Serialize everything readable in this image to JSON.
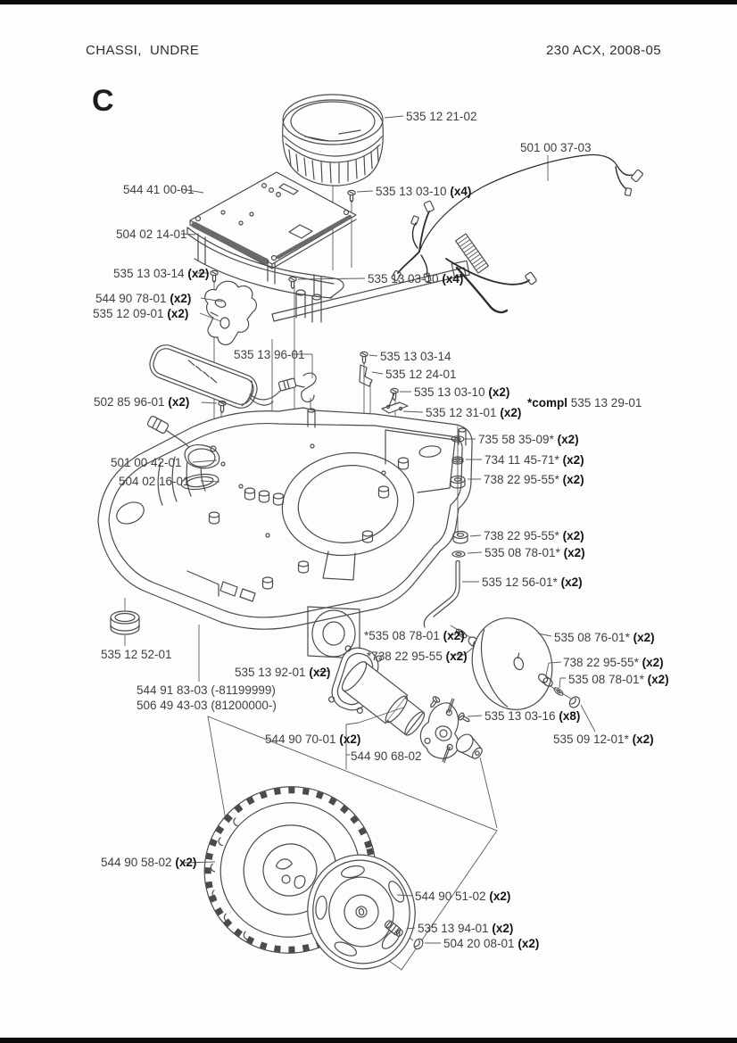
{
  "page": {
    "header_left": "CHASSI,  UNDRE",
    "header_right": "230 ACX, 2008-05",
    "section_letter": "C"
  },
  "labels": [
    {
      "pre": "",
      "num": "535 12 21-02",
      "qty": ""
    },
    {
      "pre": "",
      "num": "501 00 37-03",
      "qty": ""
    },
    {
      "pre": "",
      "num": "544 41 00-01",
      "qty": ""
    },
    {
      "pre": "",
      "num": "535 13 03-10",
      "qty": " (x4)"
    },
    {
      "pre": "",
      "num": "504 02 14-01",
      "qty": ""
    },
    {
      "pre": "",
      "num": "535 13 03-14",
      "qty": " (x2)"
    },
    {
      "pre": "",
      "num": "535 13 03-10",
      "qty": " (x4)"
    },
    {
      "pre": "",
      "num": "544 90 78-01",
      "qty": " (x2)"
    },
    {
      "pre": "",
      "num": "535 12 09-01",
      "qty": " (x2)"
    },
    {
      "pre": "",
      "num": "535 13 96-01",
      "qty": ""
    },
    {
      "pre": "",
      "num": "535 13 03-14",
      "qty": ""
    },
    {
      "pre": "",
      "num": "535 12 24-01",
      "qty": ""
    },
    {
      "pre": "",
      "num": "535 13 03-10",
      "qty": " (x2)"
    },
    {
      "pre": "",
      "num": "502 85 96-01",
      "qty": " (x2)"
    },
    {
      "pre": "",
      "num": "535 12 31-01",
      "qty": " (x2)"
    },
    {
      "pre": "*compl ",
      "num": "535 13 29-01",
      "qty": ""
    },
    {
      "pre": "",
      "num": "735 58 35-09*",
      "qty": " (x2)"
    },
    {
      "pre": "",
      "num": "734 11 45-71*",
      "qty": " (x2)"
    },
    {
      "pre": "",
      "num": "501 00 42-01",
      "qty": ""
    },
    {
      "pre": "",
      "num": "738 22 95-55*",
      "qty": " (x2)"
    },
    {
      "pre": "",
      "num": "504 02 16-01",
      "qty": ""
    },
    {
      "pre": "",
      "num": "738 22 95-55*",
      "qty": " (x2)"
    },
    {
      "pre": "",
      "num": "535 08 78-01*",
      "qty": " (x2)"
    },
    {
      "pre": "",
      "num": "535 12 56-01*",
      "qty": " (x2)"
    },
    {
      "pre": "",
      "num": "*535 08 78-01",
      "qty": " (x2)"
    },
    {
      "pre": "",
      "num": "*738 22 95-55",
      "qty": " (x2)"
    },
    {
      "pre": "",
      "num": "535 08 76-01*",
      "qty": " (x2)"
    },
    {
      "pre": "",
      "num": "738 22 95-55*",
      "qty": " (x2)"
    },
    {
      "pre": "",
      "num": "535 08 78-01*",
      "qty": " (x2)"
    },
    {
      "pre": "",
      "num": "535 12 52-01",
      "qty": ""
    },
    {
      "pre": "",
      "num": "535 13 92-01",
      "qty": " (x2)"
    },
    {
      "pre": "",
      "num": "544 91 83-03 (-81199999)",
      "qty": ""
    },
    {
      "pre": "",
      "num": "506 49 43-03 (81200000-)",
      "qty": ""
    },
    {
      "pre": "",
      "num": "535 13 03-16",
      "qty": " (x8)"
    },
    {
      "pre": "",
      "num": "544 90 70-01",
      "qty": " (x2)"
    },
    {
      "pre": "",
      "num": "535 09 12-01*",
      "qty": " (x2)"
    },
    {
      "pre": "",
      "num": "544 90 68-02",
      "qty": ""
    },
    {
      "pre": "",
      "num": "544 90 58-02",
      "qty": " (x2)"
    },
    {
      "pre": "",
      "num": "544 90 51-02",
      "qty": " (x2)"
    },
    {
      "pre": "",
      "num": "535 13 94-01",
      "qty": " (x2)"
    },
    {
      "pre": "",
      "num": "504 20 08-01",
      "qty": " (x2)"
    }
  ]
}
